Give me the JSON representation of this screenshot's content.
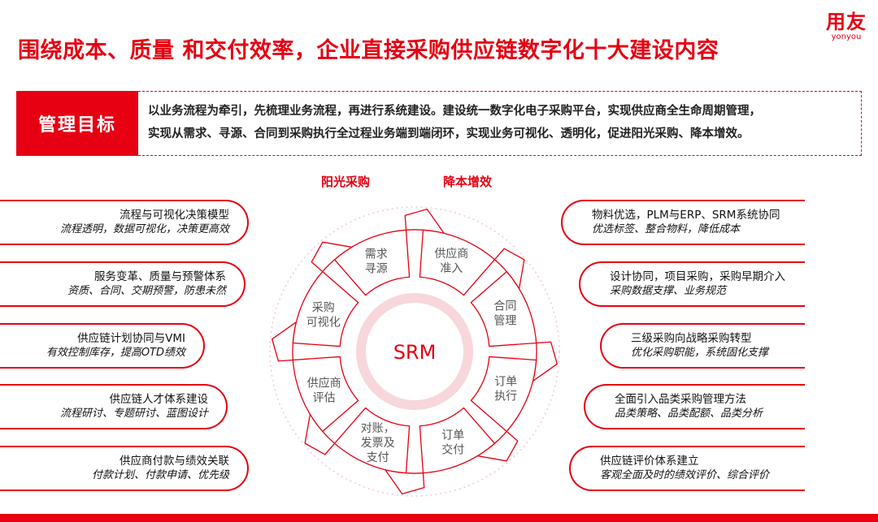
{
  "title": "围绕成本、质量 和交付效率，企业直接采购供应链数字化十大建设内容",
  "logo": {
    "cn": "用友",
    "en": "yonyou"
  },
  "goal": {
    "label": "管理目标",
    "line1": "以业务流程为牵引，先梳理业务流程，再进行系统建设。建设统一数字化电子采购平台，实现供应商全生命周期管理，",
    "line2": "实现从需求、寻源、合同到采购执行全过程业务端到端闭环，实现业务可视化、透明化，促进阳光采购、降本增效。"
  },
  "headers": {
    "left": "阳光采购",
    "right": "降本增效"
  },
  "center": "SRM",
  "segments": [
    {
      "l1": "需求",
      "l2": "寻源"
    },
    {
      "l1": "供应商",
      "l2": "准入"
    },
    {
      "l1": "合同",
      "l2": "管理"
    },
    {
      "l1": "订单",
      "l2": "执行"
    },
    {
      "l1": "订单",
      "l2": "交付"
    },
    {
      "l1": "对账，",
      "l2": "发票及",
      "l3": "支付"
    },
    {
      "l1": "供应商",
      "l2": "评估"
    },
    {
      "l1": "采购",
      "l2": "可视化"
    }
  ],
  "left_cards": [
    {
      "title": "流程与可视化决策模型",
      "sub": "流程透明，数据可视化，决策更高效"
    },
    {
      "title": "服务变革、质量与预警体系",
      "sub": "资质、合同、交期预警，防患未然"
    },
    {
      "title": "供应链计划协同与VMI",
      "sub": "有效控制库存，提高OTD绩效"
    },
    {
      "title": "供应链人才体系建设",
      "sub": "流程研讨、专题研讨、蓝图设计"
    },
    {
      "title": "供应商付款与绩效关联",
      "sub": "付款计划、付款申请、优先级"
    }
  ],
  "right_cards": [
    {
      "title": "物料优选，PLM与ERP、SRM系统协同",
      "sub": "优选标签、整合物料，降低成本"
    },
    {
      "title": "设计协同，项目采购，采购早期介入",
      "sub": "采购数据支撑、业务规范"
    },
    {
      "title": "三级采购向战略采购转型",
      "sub": "优化采购职能，系统固化支撑"
    },
    {
      "title": "全面引入品类采购管理方法",
      "sub": "品类策略、品类配额、品类分析"
    },
    {
      "title": "供应链评价体系建立",
      "sub": "客观全面及时的绩效评价、综合评价"
    }
  ],
  "colors": {
    "accent": "#e60012"
  }
}
